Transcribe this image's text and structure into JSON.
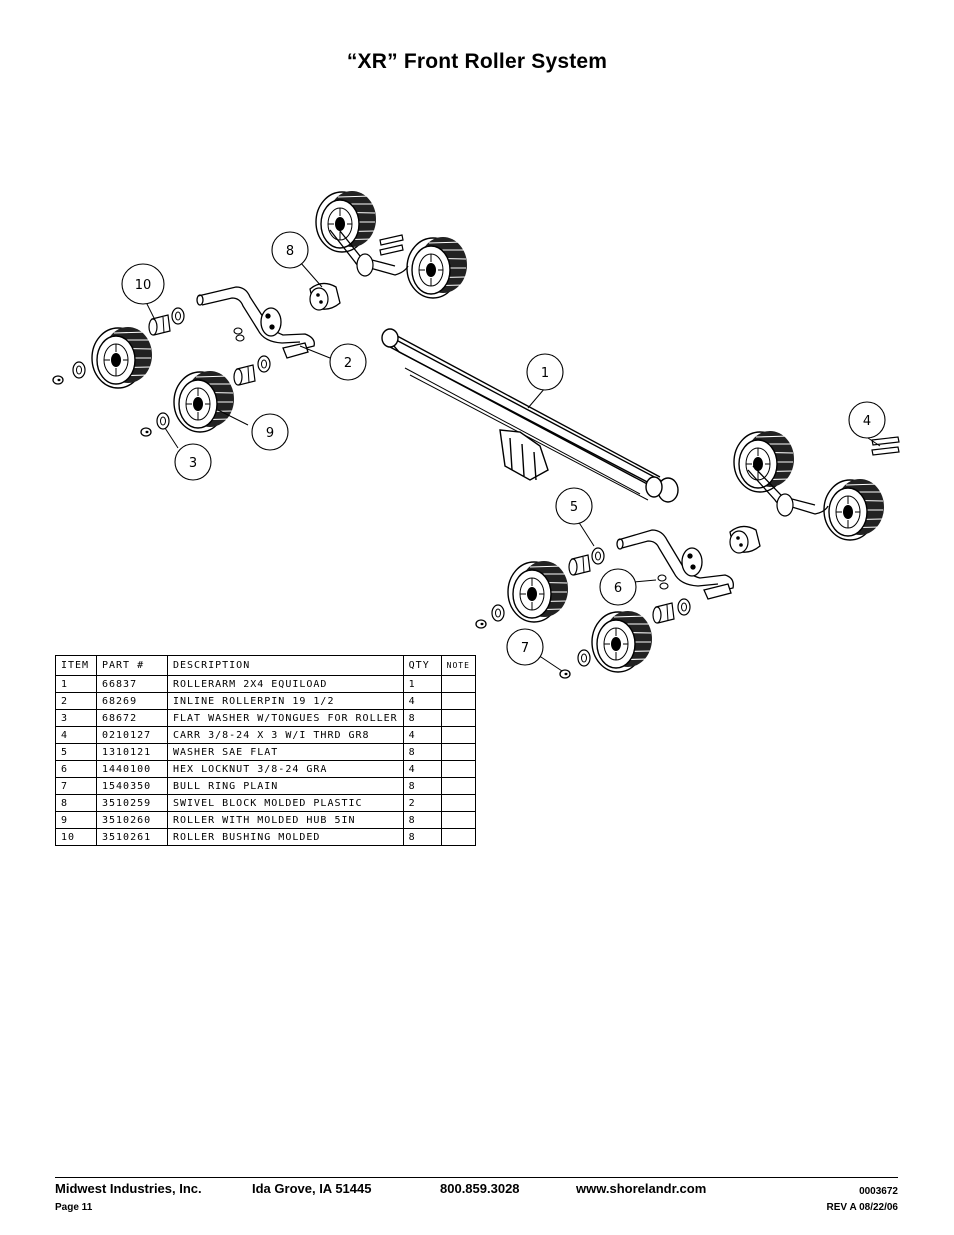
{
  "title": "“XR” Front Roller  System",
  "callouts": [
    "1",
    "2",
    "3",
    "4",
    "5",
    "6",
    "7",
    "8",
    "9",
    "10"
  ],
  "table": {
    "headers": [
      "ITEM",
      "PART #",
      "DESCRIPTION",
      "QTY",
      "NOTE"
    ],
    "rows": [
      [
        "1",
        "66837",
        "ROLLERARM  2X4 EQUILOAD",
        "1",
        ""
      ],
      [
        "2",
        "68269",
        "INLINE ROLLERPIN 19 1/2",
        "4",
        ""
      ],
      [
        "3",
        "68672",
        "FLAT WASHER W/TONGUES FOR ROLLER",
        "8",
        ""
      ],
      [
        "4",
        "0210127",
        "CARR 3/8-24 X 3 W/I THRD GR8",
        "4",
        ""
      ],
      [
        "5",
        "1310121",
        "WASHER SAE FLAT",
        "8",
        ""
      ],
      [
        "6",
        "1440100",
        "HEX LOCKNUT 3/8-24 GRA",
        "4",
        ""
      ],
      [
        "7",
        "1540350",
        "BULL RING PLAIN",
        "8",
        ""
      ],
      [
        "8",
        "3510259",
        "SWIVEL BLOCK MOLDED PLASTIC",
        "2",
        ""
      ],
      [
        "9",
        "3510260",
        "ROLLER WITH MOLDED HUB  5IN",
        "8",
        ""
      ],
      [
        "10",
        "3510261",
        "ROLLER BUSHING MOLDED",
        "8",
        ""
      ]
    ]
  },
  "footer": {
    "company": "Midwest Industries, Inc.",
    "city": "Ida Grove, IA  51445",
    "phone": "800.859.3028",
    "website": "www.shorelandr.com",
    "doc_number": "0003672",
    "page": "Page 11",
    "revision": "REV A  08/22/06"
  }
}
